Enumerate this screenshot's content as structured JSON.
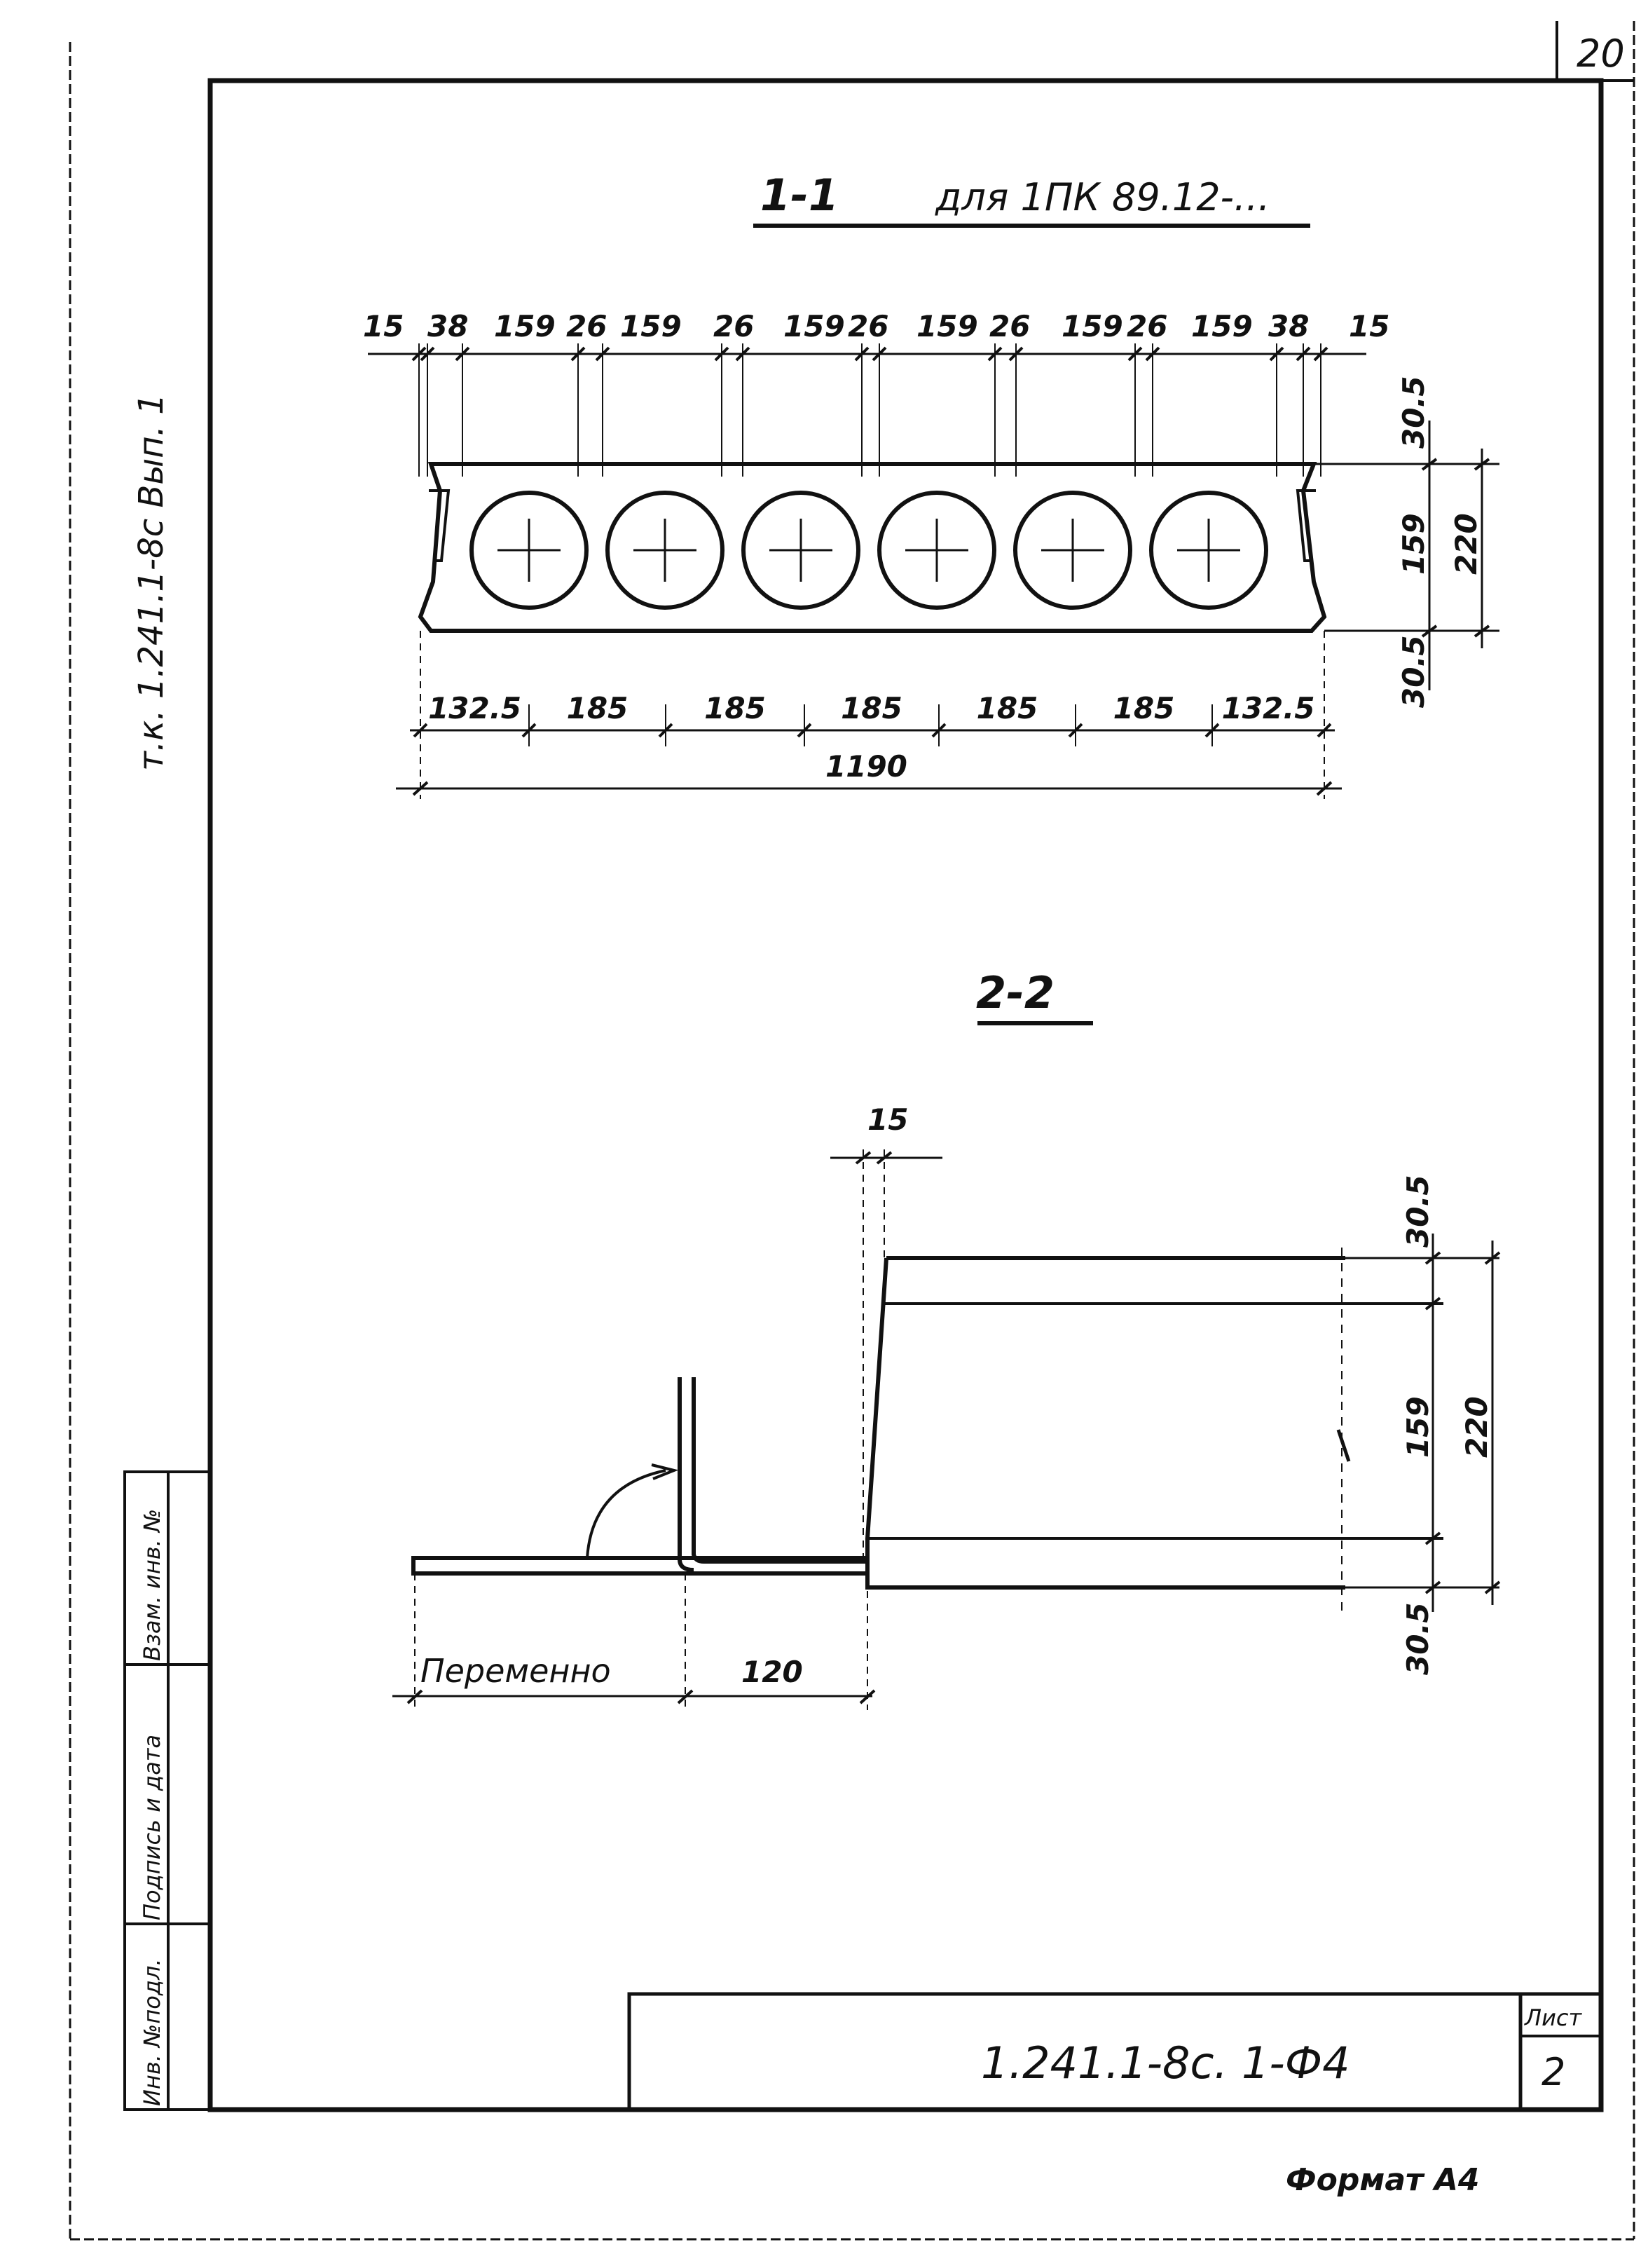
{
  "sheet": {
    "page_number": "20",
    "side_label": "т.к. 1.241.1-8с  Вып. 1",
    "designation": "1.241.1-8с. 1-Ф4",
    "sheet_label": "Лист",
    "sheet_number": "2",
    "format": "Формат А4"
  },
  "stamp": {
    "cells": [
      "Инв. №подл.",
      "Подпись и дата",
      "Взам. инв. №"
    ]
  },
  "section_1": {
    "label": "1-1",
    "subtitle": "для 1ПК 89.12-...",
    "top_dims": [
      "15",
      "38",
      "159",
      "26",
      "159",
      "26",
      "159",
      "26",
      "159",
      "26",
      "159",
      "26",
      "159",
      "38",
      "15"
    ],
    "bottom_dims": [
      "132.5",
      "185",
      "185",
      "185",
      "185",
      "185",
      "132.5"
    ],
    "overall": "1190",
    "right_dims": {
      "top": "30.5",
      "middle": "159",
      "bottom": "30.5",
      "total": "220"
    },
    "void_count": 6
  },
  "section_2": {
    "label": "2-2",
    "top_dim": "15",
    "bottom_dims": {
      "left": "Переменно",
      "right": "120"
    },
    "right_dims": {
      "top": "30.5",
      "middle": "159",
      "bottom": "30.5",
      "total": "220"
    }
  }
}
